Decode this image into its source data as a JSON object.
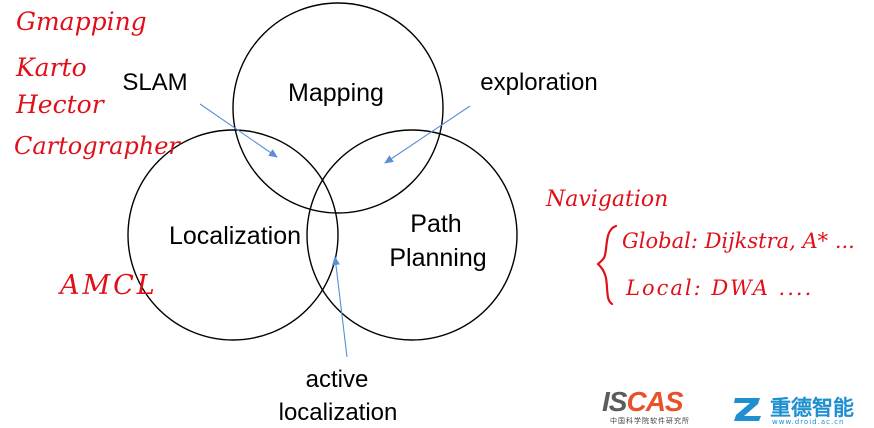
{
  "circles": {
    "mapping": "Mapping",
    "localization": "Localization",
    "path_planning_line1": "Path",
    "path_planning_line2": "Planning"
  },
  "overlaps": {
    "slam": "SLAM",
    "exploration": "exploration",
    "active_localization_line1": "active",
    "active_localization_line2": "localization"
  },
  "handwritten": {
    "slam_methods": [
      "Gmapping",
      "Karto",
      "Hector",
      "Cartographer"
    ],
    "amcl": "AMCL",
    "navigation_title": "Navigation",
    "navigation_global": "Global: Dijkstra, A* ...",
    "navigation_local": "Local: DWA ....",
    "color": "#e0101a"
  },
  "logos": {
    "iscas_word_a": "IS",
    "iscas_word_b": "CAS",
    "iscas_sub": "中国科学院软件研究所",
    "droid_name": "重德智能",
    "droid_url": "www.droid.ac.cn"
  },
  "colors": {
    "circle_stroke": "#000000",
    "arrow": "#5b8fd6",
    "iscas_orange": "#e8512a",
    "droid_blue": "#1f8fd0"
  }
}
